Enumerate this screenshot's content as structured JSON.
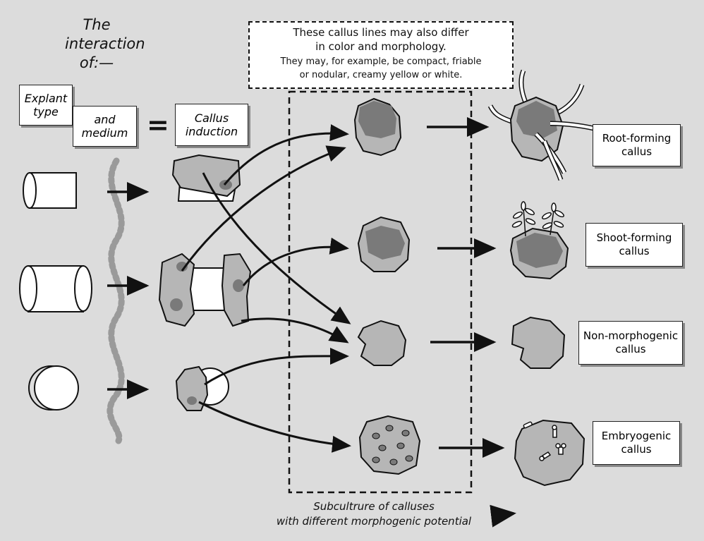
{
  "title": {
    "line1": "The",
    "line2": "interaction",
    "line3": "of:—"
  },
  "header_boxes": {
    "explant": {
      "line1": "Explant",
      "line2": "type"
    },
    "medium": {
      "line1": "and",
      "line2": "medium"
    },
    "equals": "=",
    "callus_induction": {
      "line1": "Callus",
      "line2": "induction"
    }
  },
  "note": {
    "line1": "These callus lines may also differ",
    "line2": "in color and morphology.",
    "line3": "They may, for example, be compact, friable",
    "line4": "or nodular, creamy yellow or white."
  },
  "outcomes": [
    {
      "line1": "Root-forming",
      "line2": "callus"
    },
    {
      "line1": "Shoot-forming",
      "line2": "callus"
    },
    {
      "line1": "Non-morphogenic",
      "line2": "callus"
    },
    {
      "line1": "Embryogenic",
      "line2": "callus"
    }
  ],
  "footer": {
    "line1": "Subcultrure of calluses",
    "line2": "with different morphogenic potential"
  },
  "colors": {
    "background": "#dcdcdc",
    "callus_light": "#b6b6b6",
    "callus_dark": "#7a7a7a",
    "ink": "#111111"
  }
}
